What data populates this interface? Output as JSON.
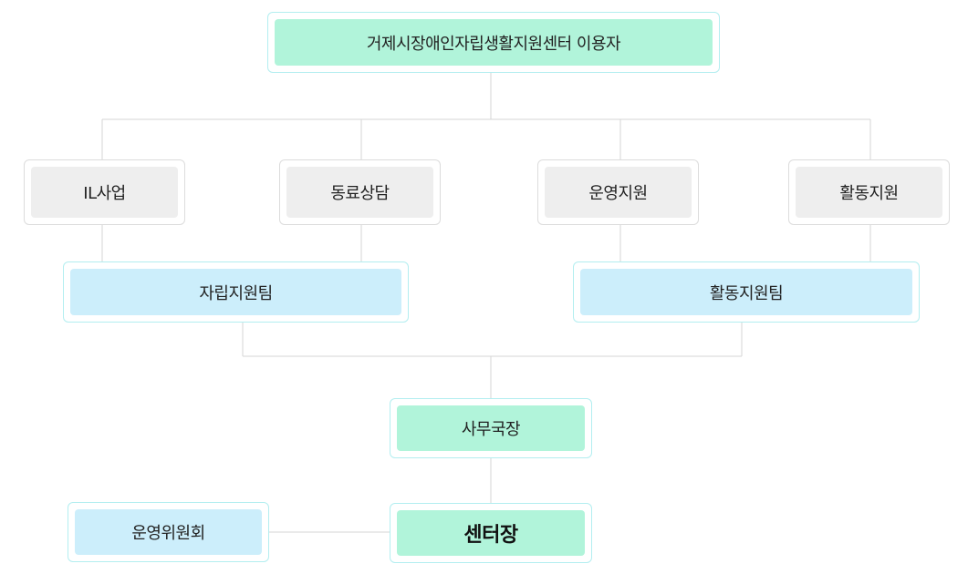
{
  "colors": {
    "green_fill": "#b1f4da",
    "blue_fill": "#cceefb",
    "gray_fill": "#eeeeee",
    "accent_border": "#b3eef0",
    "gray_border": "#dcdcdc",
    "connector": "#d6d6d6"
  },
  "org": {
    "users": "거제시장애인자립생활지원센터 이용자",
    "il_business": "IL사업",
    "peer_counseling": "동료상담",
    "operation_support": "운영지원",
    "activity_support": "활동지원",
    "independence_team": "자립지원팀",
    "activity_team": "활동지원팀",
    "secretary_general": "사무국장",
    "director": "센터장",
    "steering_committee": "운영위원회"
  }
}
